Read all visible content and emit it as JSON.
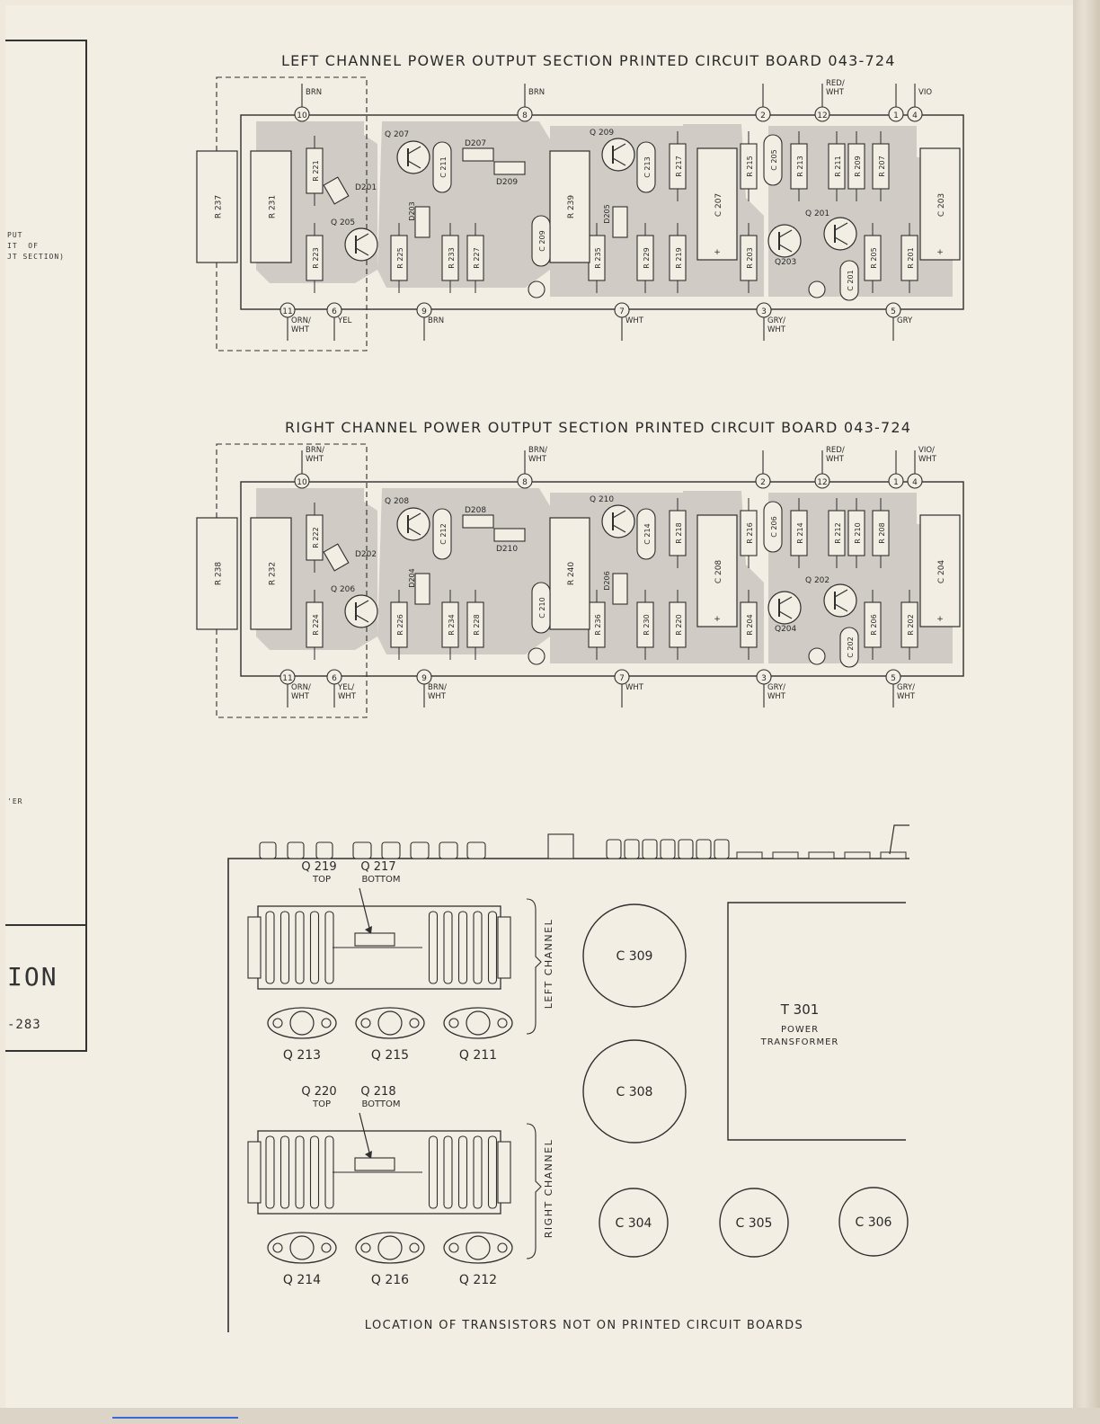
{
  "left_fragment": {
    "lines": [
      "PUT",
      "IT  OF",
      "JT SECTION)"
    ],
    "fragment_er": "'ER",
    "fragment_ion": "ION",
    "fragment_num": "-283"
  },
  "boards": [
    {
      "title": "LEFT CHANNEL  POWER  OUTPUT  SECTION  PRINTED  CIRCUIT  BOARD  043-724",
      "top_terminals": [
        {
          "num": "10",
          "wire": [
            "BRN"
          ]
        },
        {
          "num": "8",
          "wire": [
            "BRN"
          ]
        },
        {
          "num": "2",
          "wire": []
        },
        {
          "num": "12",
          "wire": [
            "RED/",
            "WHT"
          ]
        },
        {
          "num": "1",
          "wire": []
        },
        {
          "num": "4",
          "wire": [
            "VIO"
          ]
        }
      ],
      "bottom_terminals": [
        {
          "num": "11",
          "wire": [
            "ORN/",
            "WHT"
          ]
        },
        {
          "num": "6",
          "wire": [
            "YEL"
          ]
        },
        {
          "num": "9",
          "wire": [
            "BRN"
          ]
        },
        {
          "num": "7",
          "wire": [
            "WHT"
          ]
        },
        {
          "num": "3",
          "wire": [
            "GRY/",
            "WHT"
          ]
        },
        {
          "num": "5",
          "wire": [
            "GRY"
          ]
        }
      ],
      "resistors_v": [
        "R 237",
        "R 231",
        "R 221",
        "R 223",
        "R 225",
        "R 233",
        "R 227",
        "R 239",
        "R 235",
        "R 229",
        "R 217",
        "R 219",
        "R 215",
        "R 203",
        "R 213",
        "R 211",
        "R 209",
        "R 207",
        "R 205",
        "R 201"
      ],
      "caps_v": [
        "C 211",
        "C 209",
        "C 213",
        "C 205",
        "C 207",
        "C 201",
        "C 203"
      ],
      "transistors": [
        "Q 207",
        "Q 205",
        "Q 209",
        "Q 201",
        "Q203"
      ],
      "diodes": [
        "D201",
        "D203",
        "D207",
        "D209",
        "D205"
      ]
    },
    {
      "title": "RIGHT CHANNEL  POWER  OUTPUT  SECTION  PRINTED  CIRCUIT  BOARD  043-724",
      "top_terminals": [
        {
          "num": "10",
          "wire": [
            "BRN/",
            "WHT"
          ]
        },
        {
          "num": "8",
          "wire": [
            "BRN/",
            "WHT"
          ]
        },
        {
          "num": "2",
          "wire": []
        },
        {
          "num": "12",
          "wire": [
            "RED/",
            "WHT"
          ]
        },
        {
          "num": "1",
          "wire": []
        },
        {
          "num": "4",
          "wire": [
            "VIO/",
            "WHT"
          ]
        }
      ],
      "bottom_terminals": [
        {
          "num": "11",
          "wire": [
            "ORN/",
            "WHT"
          ]
        },
        {
          "num": "6",
          "wire": [
            "YEL/",
            "WHT"
          ]
        },
        {
          "num": "9",
          "wire": [
            "BRN/",
            "WHT"
          ]
        },
        {
          "num": "7",
          "wire": [
            "WHT"
          ]
        },
        {
          "num": "3",
          "wire": [
            "GRY/",
            "WHT"
          ]
        },
        {
          "num": "5",
          "wire": [
            "GRY/",
            "WHT"
          ]
        }
      ],
      "resistors_v": [
        "R 238",
        "R 232",
        "R 222",
        "R 224",
        "R 226",
        "R 234",
        "R 228",
        "R 240",
        "R 236",
        "R 230",
        "R 218",
        "R 220",
        "R 216",
        "R 204",
        "R 214",
        "R 212",
        "R 210",
        "R 208",
        "R 206",
        "R 202"
      ],
      "caps_v": [
        "C 212",
        "C 210",
        "C 214",
        "C 206",
        "C 208",
        "C 202",
        "C 204"
      ],
      "transistors": [
        "Q 208",
        "Q 206",
        "Q 210",
        "Q 202",
        "Q204"
      ],
      "diodes": [
        "D202",
        "D204",
        "D208",
        "D210",
        "D206"
      ]
    }
  ],
  "chassis": {
    "left_heatsink": {
      "top_labels": [
        [
          "Q 219",
          "TOP"
        ],
        [
          "Q 217",
          "BOTTOM"
        ]
      ],
      "side_label": "LEFT CHANNEL",
      "transistors": [
        "Q 213",
        "Q 215",
        "Q 211"
      ]
    },
    "right_heatsink": {
      "top_labels": [
        [
          "Q 220",
          "TOP"
        ],
        [
          "Q 218",
          "BOTTOM"
        ]
      ],
      "side_label": "RIGHT CHANNEL",
      "transistors": [
        "Q 214",
        "Q 216",
        "Q 212"
      ]
    },
    "capacitors": [
      "C 309",
      "C 308",
      "C 304",
      "C 305",
      "C 306"
    ],
    "transformer": {
      "name": "T 301",
      "desc": [
        "POWER",
        "TRANSFORMER"
      ]
    },
    "caption": "LOCATION  OF  TRANSISTORS  NOT  ON  PRINTED  CIRCUIT  BOARDS"
  }
}
